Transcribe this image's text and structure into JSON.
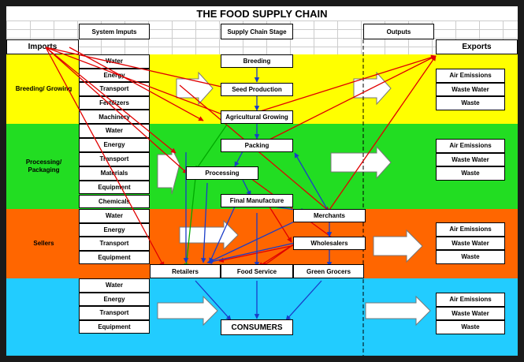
{
  "title": "THE FOOD SUPPLY CHAIN",
  "headers": {
    "system_inputs": "System Imputs",
    "supply_chain_stage": "Supply Chain Stage",
    "outputs": "Outputs",
    "imports": "Imports",
    "exports": "Exports"
  },
  "sections": {
    "breeding": "Breeding/ Growing",
    "processing": "Processing/ Packaging",
    "sellers": "Sellers"
  },
  "inputs": {
    "breeding": [
      "Water",
      "Energy",
      "Transport",
      "Fertilizers",
      "Machinery"
    ],
    "processing": [
      "Water",
      "Energy",
      "Transport",
      "Materials",
      "Equipment",
      "Chemicals"
    ],
    "sellers": [
      "Water",
      "Energy",
      "Transport",
      "Equipment"
    ],
    "consumers": [
      "Water",
      "Energy",
      "Transport",
      "Equipment"
    ]
  },
  "stages": {
    "breeding": "Breeding",
    "seed_production": "Seed Production",
    "agricultural_growing": "Agricultural Growing",
    "packing": "Packing",
    "processing": "Processing",
    "final_manufacture": "Final Manufacture",
    "merchants": "Merchants",
    "wholesalers": "Wholesalers",
    "retailers": "Retailers",
    "food_service": "Food Service",
    "green_grocers": "Green Grocers",
    "consumers": "CONSUMERS"
  },
  "outputs": [
    "Air Emissions",
    "Waste Water",
    "Waste"
  ],
  "colors": {
    "breeding_band": "#ffff00",
    "processing_band": "#22dd22",
    "sellers_band": "#ff6600",
    "consumers_band": "#22ccff",
    "red_arrow": "#e00000",
    "blue_arrow": "#1a3cc8",
    "green_arrow": "#00aa00"
  }
}
